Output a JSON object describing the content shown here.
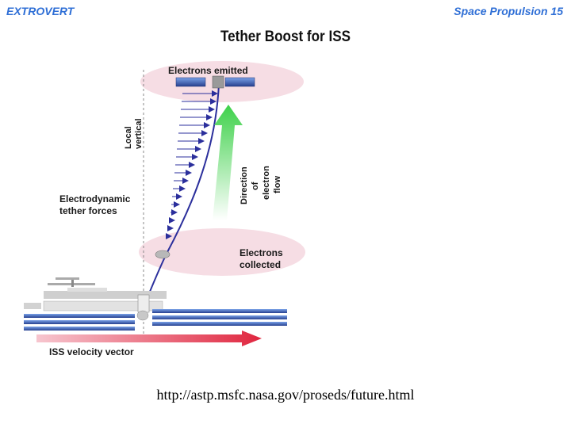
{
  "header": {
    "left": "EXTROVERT",
    "right": "Space Propulsion 15",
    "accent_color": "#2f6fd6"
  },
  "title": "Tether Boost for ISS",
  "diagram": {
    "labels": {
      "electrons_emitted": "Electrons emitted",
      "local_vertical_1": "Local",
      "local_vertical_2": "vertical",
      "tether_forces_1": "Electrodynamic",
      "tether_forces_2": "tether forces",
      "direction_1": "Direction",
      "direction_2": "of",
      "direction_3": "electron",
      "direction_4": "flow",
      "electrons_collected_1": "Electrons",
      "electrons_collected_2": "collected",
      "velocity_vector": "ISS velocity vector"
    },
    "colors": {
      "plasma_region": "#f6dde4",
      "force_arrows": "#2b2f9c",
      "electron_flow_arrow": "#3ed14a",
      "velocity_arrow": "#e0263f",
      "solar_panel": "#27408f"
    }
  },
  "footer": {
    "url": "http://astp.msfc.nasa.gov/proseds/future.html"
  }
}
